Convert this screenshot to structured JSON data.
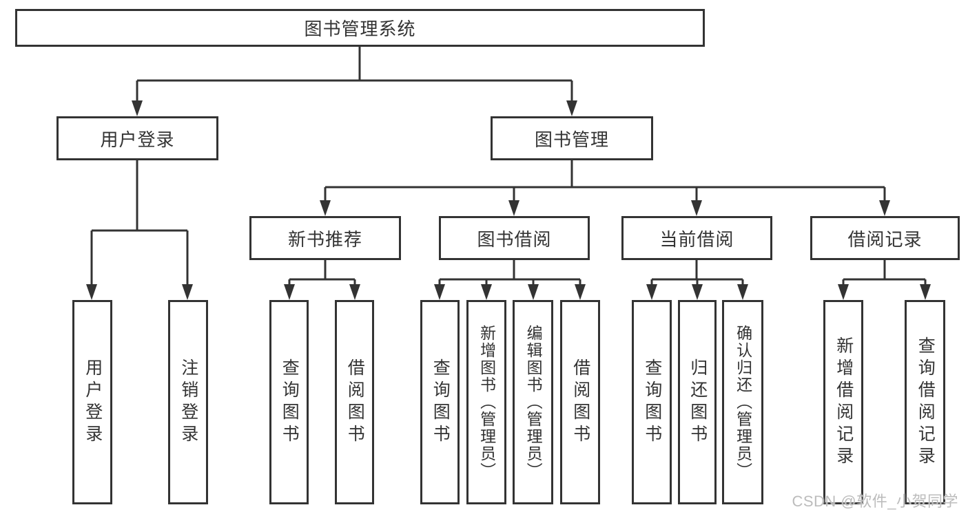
{
  "watermark": "CSDN @软件_小贺同学",
  "colors": {
    "line": "#333333",
    "text": "#333333",
    "watermark": "#bcbcbc",
    "background": "#ffffff"
  },
  "tree": {
    "root": {
      "label": "图书管理系统"
    },
    "branches": [
      {
        "label": "用户登录",
        "children": [
          {
            "label": "用户登录"
          },
          {
            "label": "注销登录"
          }
        ]
      },
      {
        "label": "图书管理",
        "children": [
          {
            "label": "新书推荐",
            "children": [
              {
                "label": "查询图书"
              },
              {
                "label": "借阅图书"
              }
            ]
          },
          {
            "label": "图书借阅",
            "children": [
              {
                "label": "查询图书"
              },
              {
                "label": "新增图书（管理员）"
              },
              {
                "label": "编辑图书（管理员）"
              },
              {
                "label": "借阅图书"
              }
            ]
          },
          {
            "label": "当前借阅",
            "children": [
              {
                "label": "查询图书"
              },
              {
                "label": "归还图书"
              },
              {
                "label": "确认归还（管理员）"
              }
            ]
          },
          {
            "label": "借阅记录",
            "children": [
              {
                "label": "新增借阅记录"
              },
              {
                "label": "查询借阅记录"
              }
            ]
          }
        ]
      }
    ]
  }
}
